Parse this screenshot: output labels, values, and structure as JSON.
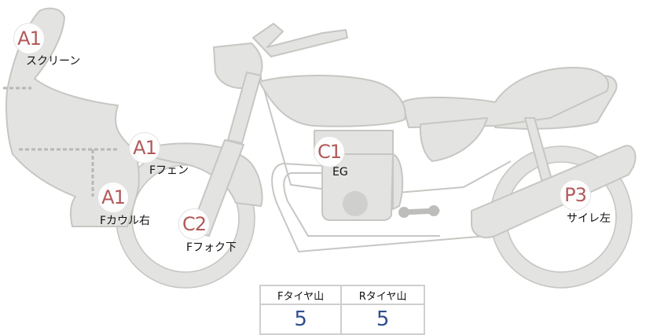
{
  "markers": [
    {
      "grade": "A1",
      "part": "スクリーン"
    },
    {
      "grade": "A1",
      "part": "Fフェン"
    },
    {
      "grade": "A1",
      "part": "Fカウル右"
    },
    {
      "grade": "C2",
      "part": "Fフォク下"
    },
    {
      "grade": "C1",
      "part": "EG"
    },
    {
      "grade": "P3",
      "part": "サイレ左"
    }
  ],
  "tire_table": {
    "headers": [
      "Fタイヤ山",
      "Rタイヤ山"
    ],
    "values": [
      "5",
      "5"
    ]
  },
  "colors": {
    "body_fill": "#e3e3e1",
    "outline": "#c6c6c3",
    "marker_text": "#b25a5a",
    "table_value": "#2e4f8f"
  }
}
